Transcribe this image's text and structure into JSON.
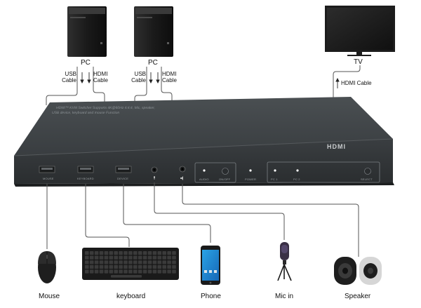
{
  "devices_top": {
    "pc1": {
      "label": "PC",
      "usb": "USB\nCable",
      "hdmi": "HDMI\nCable"
    },
    "pc2": {
      "label": "PC",
      "usb": "USB\nCable",
      "hdmi": "HDMI\nCable"
    },
    "tv": {
      "label": "TV",
      "cable": "HDMI Cable"
    }
  },
  "switch": {
    "caption_line1": "HDMI™ KVM Switcher Supports 4K@60Hz 4:4:4, Mic, speaker,",
    "caption_line2": "USB device, keyboard and mouse Function",
    "logo": "HDMI",
    "ports": {
      "mouse": "MOUSE",
      "keyboard": "KEYBOARD",
      "device": "DEVICE",
      "audio": "AUDIO",
      "on_off": "ON/OFF",
      "power": "POWER",
      "pc1": "PC 1",
      "pc2": "PC 2",
      "select": "SELECT"
    }
  },
  "peripherals": {
    "mouse": "Mouse",
    "keyboard": "keyboard",
    "phone": "Phone",
    "mic": "Mic in",
    "speaker": "Speaker"
  },
  "colors": {
    "chassis": "#3e4346",
    "chassis_dark": "#2b2f31",
    "line": "#555555",
    "indicator": "#ffffff"
  }
}
